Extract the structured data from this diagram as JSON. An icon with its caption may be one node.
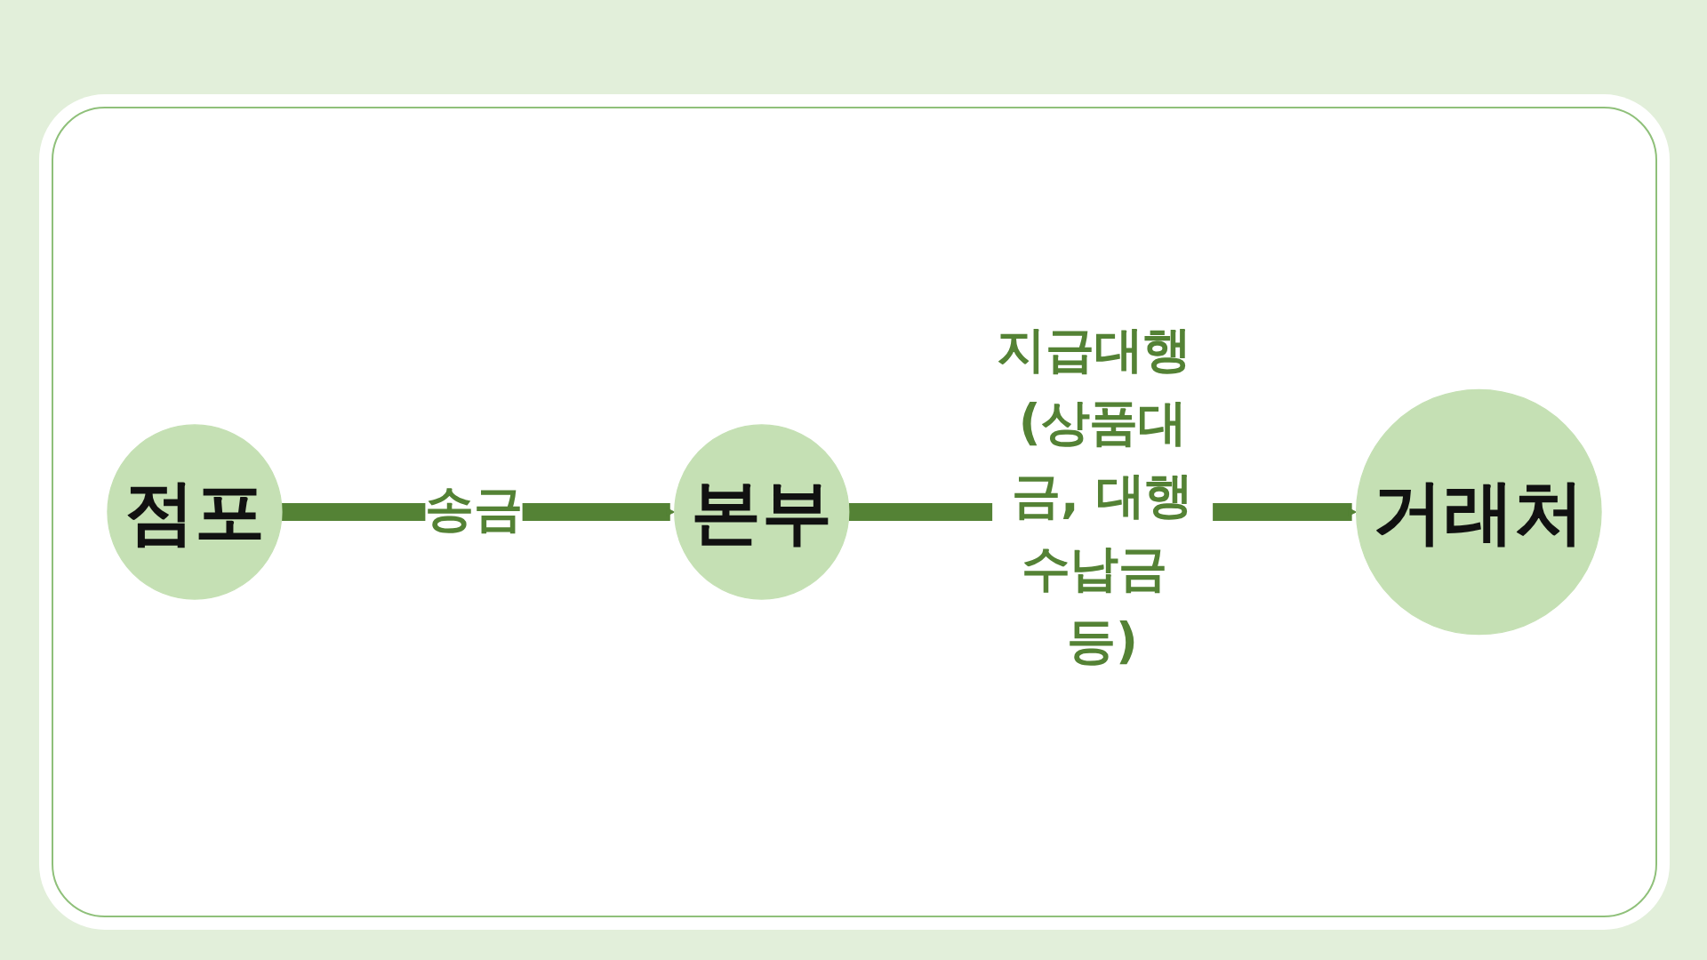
{
  "diagram": {
    "nodes": [
      {
        "text": [
          "점포"
        ]
      },
      {
        "text": [
          "본부"
        ]
      },
      {
        "text": [
          "거래처"
        ]
      }
    ],
    "edges": [
      {
        "from": 0,
        "to": 1,
        "arrow": "to",
        "label": "송금"
      },
      {
        "from": 1,
        "to": 2,
        "arrow": "to",
        "label": "지급대행 (상품대금, 대행수납금 등)"
      }
    ]
  }
}
